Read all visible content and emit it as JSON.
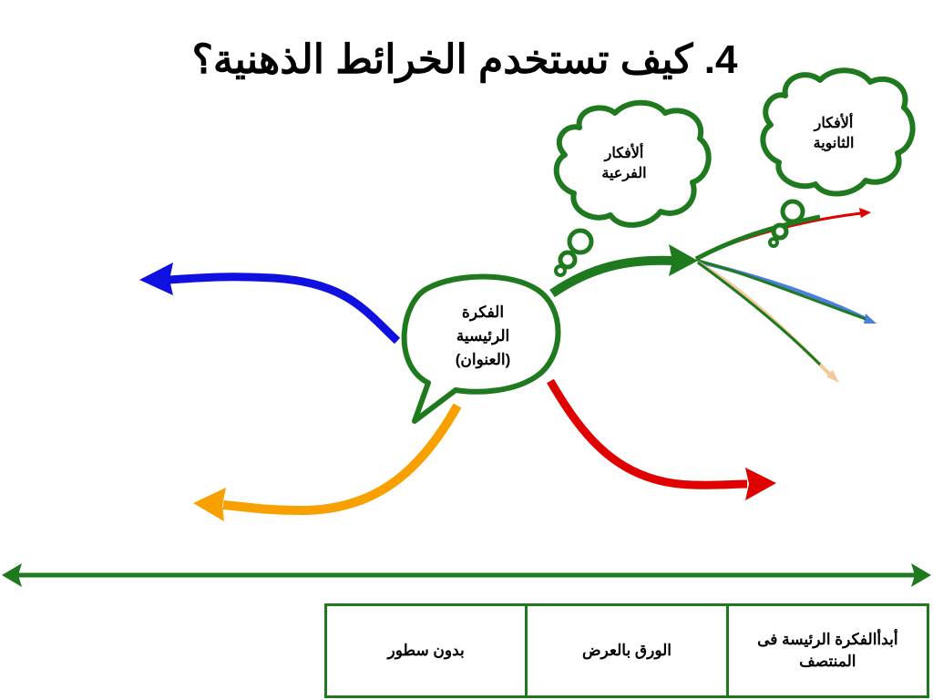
{
  "title": "4. كيف تستخدم الخرائط الذهنية؟",
  "central_idea": [
    "الفكرة",
    "الرئيسية",
    "(العنوان)"
  ],
  "branch_cloud": [
    "ألأفكار",
    "الفرعية"
  ],
  "secondary_cloud": [
    "ألأفكار",
    "الثانوية"
  ],
  "table": [
    "بدون سطور",
    "الورق بالعرض",
    "أبدأالفكرة الرئيسة فى المنتصف"
  ],
  "colors": {
    "green": "#1f7a1f",
    "blue": "#1010e0",
    "red": "#e00000",
    "orange": "#f7a000",
    "light_blue": "#4a7ee0",
    "peach": "#f5c89a"
  }
}
